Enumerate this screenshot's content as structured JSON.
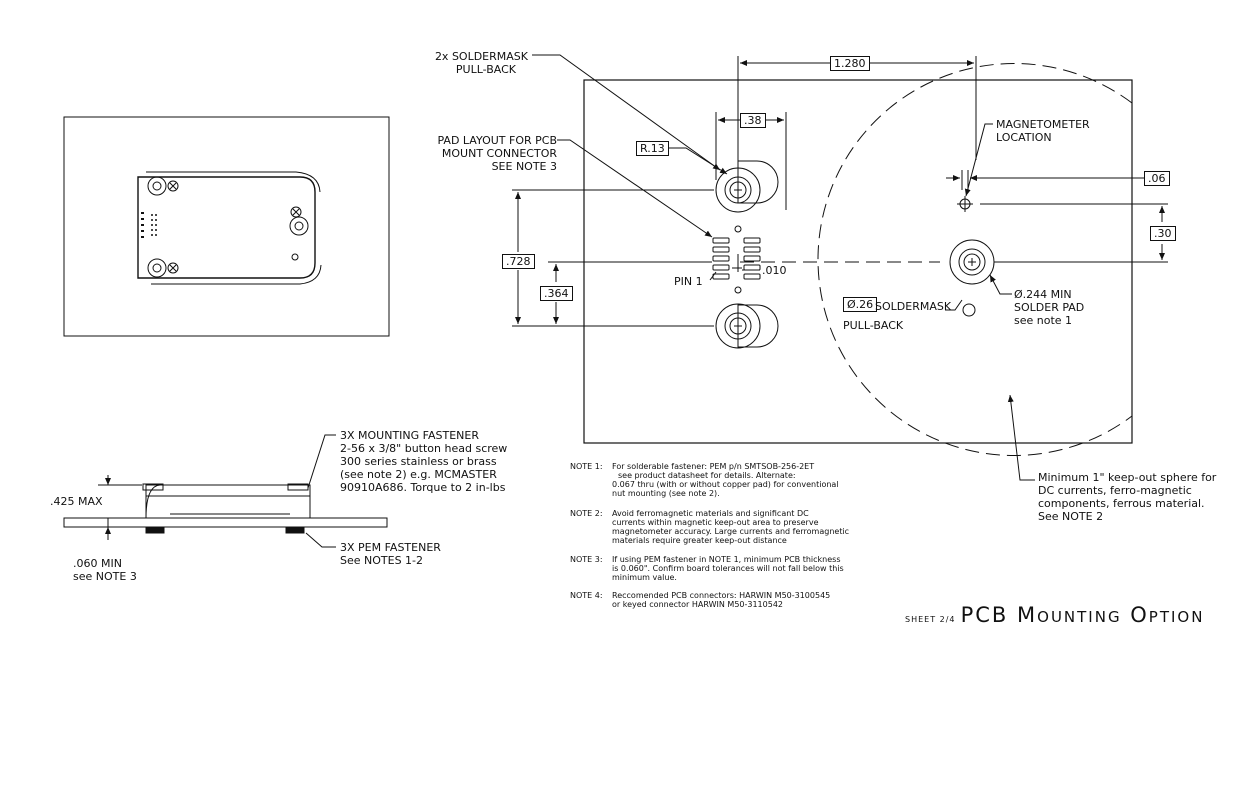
{
  "labels": {
    "soldermask_pullback_2x": [
      "2x SOLDERMASK",
      "PULL-BACK"
    ],
    "pad_layout": [
      "PAD LAYOUT FOR PCB",
      "MOUNT CONNECTOR",
      "SEE NOTE 3"
    ],
    "magnetometer": [
      "MAGNETOMETER",
      "LOCATION"
    ],
    "pin1": "PIN 1",
    "pitch": ".010",
    "soldermask_pullback": "SOLDERMASK",
    "pullback": "PULL-BACK",
    "solder_pad": [
      "Ø.244 MIN",
      "SOLDER PAD",
      "see note 1"
    ],
    "keepout": [
      "Minimum 1\" keep-out sphere for",
      "DC currents, ferro-magnetic",
      "components, ferrous material.",
      "See NOTE 2"
    ],
    "mounting_fastener": [
      "3X MOUNTING FASTENER",
      "2-56 x 3/8\" button head screw",
      "300 series stainless or brass",
      "(see note 2) e.g. MCMASTER",
      "90910A686. Torque to 2 in-lbs"
    ],
    "pem_fastener": [
      "3X PEM FASTENER",
      "See NOTES 1-2"
    ],
    "max_height": ".425 MAX",
    "min_thickness": [
      ".060 MIN",
      "see NOTE 3"
    ]
  },
  "dimensions": {
    "width_1280": "1.280",
    "d38": ".38",
    "r13": "R.13",
    "d06": ".06",
    "d30": ".30",
    "d728": ".728",
    "d364": ".364",
    "d26": "Ø.26"
  },
  "notes": [
    {
      "label": "NOTE 1:",
      "lines": [
        "For solderable fastener: PEM p/n SMTSOB-256-2ET",
        "see product datasheet for details. Alternate:",
        "0.067 thru (with or without copper pad) for conventional",
        "nut mounting (see note 2)."
      ]
    },
    {
      "label": "NOTE 2:",
      "lines": [
        "Avoid ferromagnetic materials and significant DC",
        "currents within magnetic keep-out area to preserve",
        "magnetometer accuracy. Large currents and ferromagnetic",
        "materials require greater keep-out distance"
      ]
    },
    {
      "label": "NOTE 3:",
      "lines": [
        "If using PEM fastener in NOTE 1, minimum PCB thickness",
        "is 0.060\". Confirm board tolerances will not fall below this",
        "minimum value."
      ]
    },
    {
      "label": "NOTE 4:",
      "lines": [
        "Reccomended PCB connectors: HARWIN M50-3100545",
        "or keyed connector HARWIN M50-3110542"
      ]
    }
  ],
  "title": {
    "sheet": "SHEET 2/4",
    "name": "PCB Mounting Option"
  }
}
